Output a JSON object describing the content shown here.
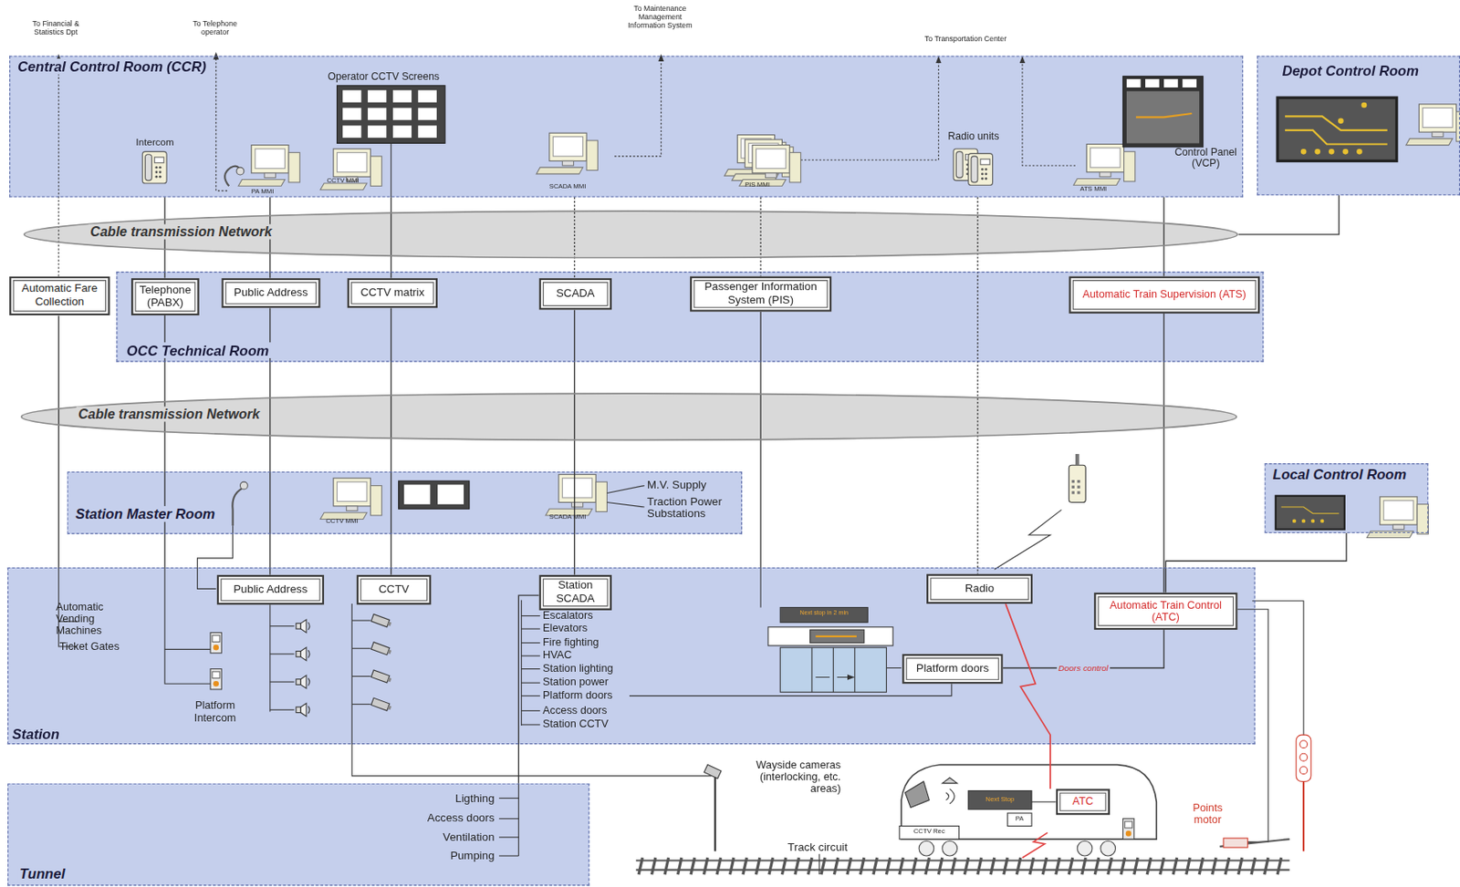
{
  "diagram": {
    "nodes": [
      {
        "text": [
          "Central Control Room (CCR)"
        ]
      },
      {
        "text": [
          "Depot Control Room"
        ]
      },
      {
        "text": [
          "Cable transmission Network"
        ]
      },
      {
        "text": [
          "OCC Technical Room"
        ]
      },
      {
        "text": [
          "Automatic Fare Collection"
        ]
      },
      {
        "text": [
          "Telephone (PABX)"
        ],
        "in": 3
      },
      {
        "text": [
          "Public Address"
        ],
        "in": 3
      },
      {
        "text": [
          "CCTV matrix"
        ],
        "in": 3
      },
      {
        "text": [
          "SCADA"
        ],
        "in": 3
      },
      {
        "text": [
          "Passenger Information System (PIS)"
        ],
        "in": 3
      },
      {
        "text": [
          "Automatic Train Supervision (ATS)"
        ],
        "in": 3
      },
      {
        "text": [
          "Cable transmission Network"
        ]
      },
      {
        "text": [
          "Station Master Room"
        ]
      },
      {
        "text": [
          "Local Control Room"
        ]
      },
      {
        "text": [
          "Station"
        ]
      },
      {
        "text": [
          "Public Address"
        ],
        "in": 14
      },
      {
        "text": [
          "CCTV"
        ],
        "in": 14
      },
      {
        "text": [
          "Station SCADA"
        ],
        "in": 14
      },
      {
        "text": [
          "Radio"
        ],
        "in": 14
      },
      {
        "text": [
          "Automatic Train Control (ATC)"
        ],
        "in": 14
      },
      {
        "text": [
          "Platform doors"
        ],
        "in": 14
      },
      {
        "text": [
          "Tunnel"
        ]
      },
      {
        "text": [
          "ATC"
        ]
      }
    ],
    "edges": [
      {
        "from": 0,
        "to": 5,
        "arrow": "none"
      },
      {
        "from": 0,
        "to": 6,
        "arrow": "none"
      },
      {
        "from": 0,
        "to": 7,
        "arrow": "none"
      },
      {
        "from": 0,
        "to": 8,
        "arrow": "none"
      },
      {
        "from": 0,
        "to": 9,
        "arrow": "none"
      },
      {
        "from": 0,
        "to": 10,
        "arrow": "none"
      },
      {
        "from": 0,
        "to": 18,
        "arrow": "none"
      },
      {
        "from": 1,
        "to": 2,
        "arrow": "none"
      },
      {
        "from": 6,
        "to": 15,
        "arrow": "none"
      },
      {
        "from": 7,
        "to": 16,
        "arrow": "none"
      },
      {
        "from": 8,
        "to": 17,
        "arrow": "none"
      },
      {
        "from": 9,
        "to": 14,
        "arrow": "none"
      },
      {
        "from": 10,
        "to": 19,
        "arrow": "none"
      },
      {
        "from": 19,
        "to": 13,
        "arrow": "none"
      },
      {
        "from": 19,
        "to": 20,
        "label": "Doors control",
        "arrow": "none"
      },
      {
        "from": 4,
        "to": 14,
        "arrow": "none"
      },
      {
        "from": 5,
        "to": 14,
        "arrow": "none"
      },
      {
        "from": 17,
        "to": 21,
        "arrow": "none"
      },
      {
        "from": 18,
        "to": 22,
        "arrow": "none"
      }
    ],
    "labels": [
      "To Financial & Statistics Dpt",
      "To Telephone operator",
      "To Maintenance Management Information System",
      "To Transportation Center",
      "Intercom",
      "PA MMI",
      "Operator CCTV Screens",
      "CCTV MMI",
      "SCADA MMI",
      "PIS MMI",
      "Radio units",
      "ATS MMI",
      "Control Panel (VCP)",
      "CCTV MMI",
      "SCADA MMI",
      "M.V. Supply",
      "Traction Power Substations",
      "Automatic Vending Machines",
      "Ticket Gates",
      "Platform Intercom",
      "Escalators",
      "Elevators",
      "Fire fighting",
      "HVAC",
      "Station lighting",
      "Station power",
      "Platform doors",
      "Access doors",
      "Station CCTV",
      "Next stop in 2 min",
      "Wayside cameras (interlocking, etc. areas)",
      "Ligthing",
      "Access doors",
      "Ventilation",
      "Pumping",
      "Track circuit",
      "Points motor",
      "Next Stop",
      "PA",
      "CCTV Rec"
    ]
  }
}
